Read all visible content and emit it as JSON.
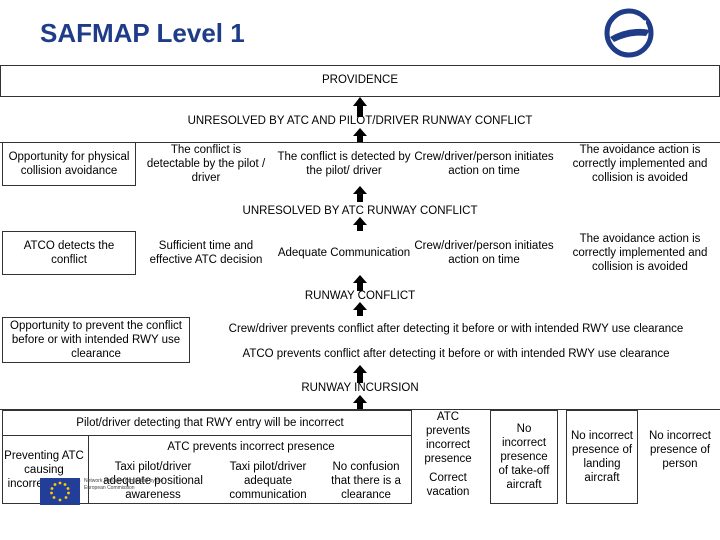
{
  "header": {
    "title": "SAFMAP Level 1"
  },
  "levels": {
    "providence": "PROVIDENCE",
    "unresolved_atc_pilot": "UNRESOLVED BY ATC AND PILOT/DRIVER RUNWAY CONFLICT",
    "unresolved_atc": "UNRESOLVED BY ATC RUNWAY CONFLICT",
    "runway_conflict": "RUNWAY CONFLICT",
    "runway_incursion": "RUNWAY INCURSION"
  },
  "row1": [
    "Opportunity for physical collision avoidance",
    "The conflict is detectable by the pilot / driver",
    "The conflict is detected by the pilot/ driver",
    "Crew/driver/person initiates action on time",
    "The avoidance action is correctly implemented and collision is avoided"
  ],
  "row2": [
    "ATCO detects the conflict",
    "Sufficient time and effective ATC decision",
    "Adequate Communication",
    "Crew/driver/person initiates action on time",
    "The avoidance action is correctly implemented and collision is avoided"
  ],
  "row3": {
    "left": "Opportunity to prevent the conflict before or with intended RWY use clearance",
    "crew": "Crew/driver prevents conflict after detecting it before or with intended RWY use clearance",
    "atco": "ATCO prevents conflict after detecting it before or with intended RWY use clearance"
  },
  "row4": {
    "pilot_detecting": "Pilot/driver detecting that RWY entry will be incorrect",
    "preventing": "Preventing ATC causing incorrect entry",
    "atc_prevents": "ATC prevents incorrect presence",
    "taxi_position": "Taxi pilot/driver adequate positional awareness",
    "taxi_comm": "Taxi pilot/driver adequate communication",
    "no_confusion": "No confusion that there is a clearance",
    "atc_prevents_incorrect": "ATC prevents incorrect presence",
    "correct_vacation": "Correct vacation",
    "no_takeoff": "No incorrect presence of take-off aircraft",
    "no_landing": "No incorrect presence of landing aircraft",
    "no_person": "No incorrect presence of person"
  },
  "footer": {
    "text": "Network Manager nominated by the European Commission"
  },
  "icons": {
    "logo": "eurocontrol-logo-icon",
    "eu_flag": "eu-flag-icon",
    "arrow": "up-arrow-icon"
  }
}
